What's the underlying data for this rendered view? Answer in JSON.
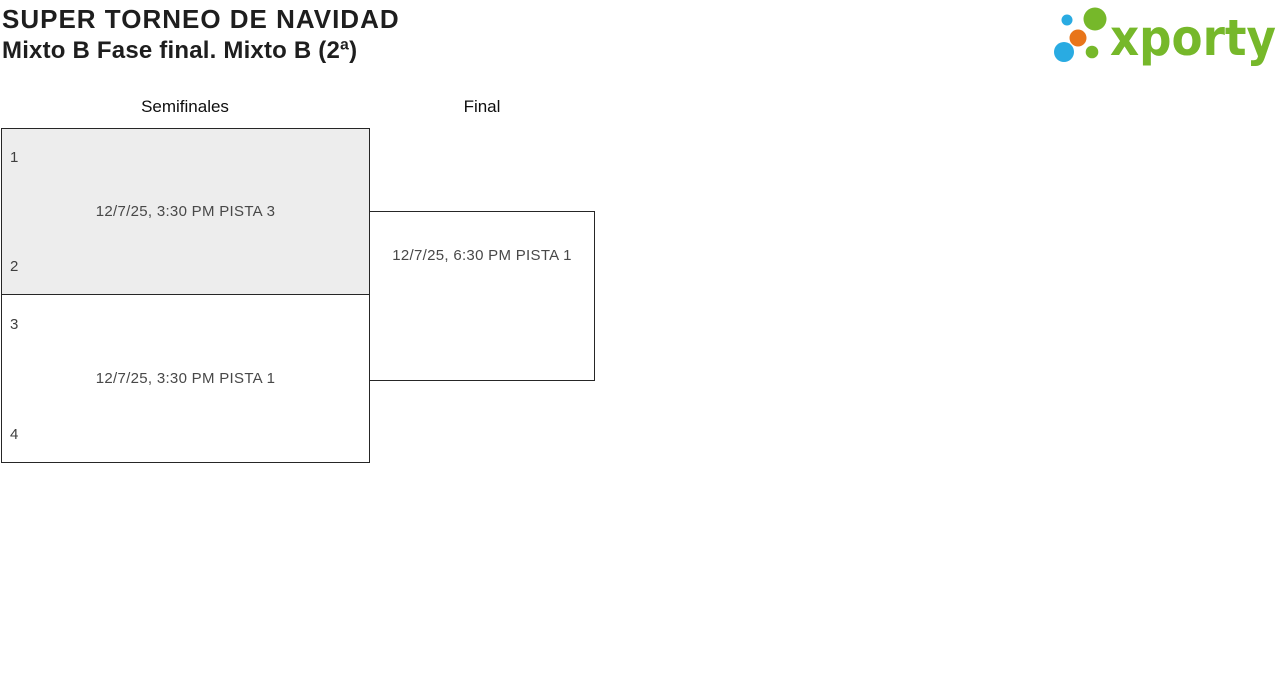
{
  "header": {
    "title": "SUPER TORNEO DE NAVIDAD",
    "subtitle": "Mixto B Fase final. Mixto B (2ª)"
  },
  "logo": {
    "wordmark": "xporty",
    "colors": {
      "green": "#76b82a",
      "blue": "#29abe2",
      "orange": "#e8751a"
    }
  },
  "bracket": {
    "round_headers": [
      {
        "label": "Semifinales"
      },
      {
        "label": "Final"
      }
    ],
    "semifinal_1": {
      "seed_top": "1",
      "seed_bottom": "2",
      "schedule": "12/7/25, 3:30 PM PISTA 3"
    },
    "semifinal_2": {
      "seed_top": "3",
      "seed_bottom": "4",
      "schedule": "12/7/25, 3:30 PM PISTA 1"
    },
    "final": {
      "schedule": "12/7/25, 6:30 PM PISTA 1"
    }
  },
  "colors": {
    "match_box_border": "#262626",
    "highlight_box_fill": "#ededed",
    "page_background": "#ffffff",
    "schedule_text": "#484848",
    "title_text": "#1e1e1e"
  }
}
